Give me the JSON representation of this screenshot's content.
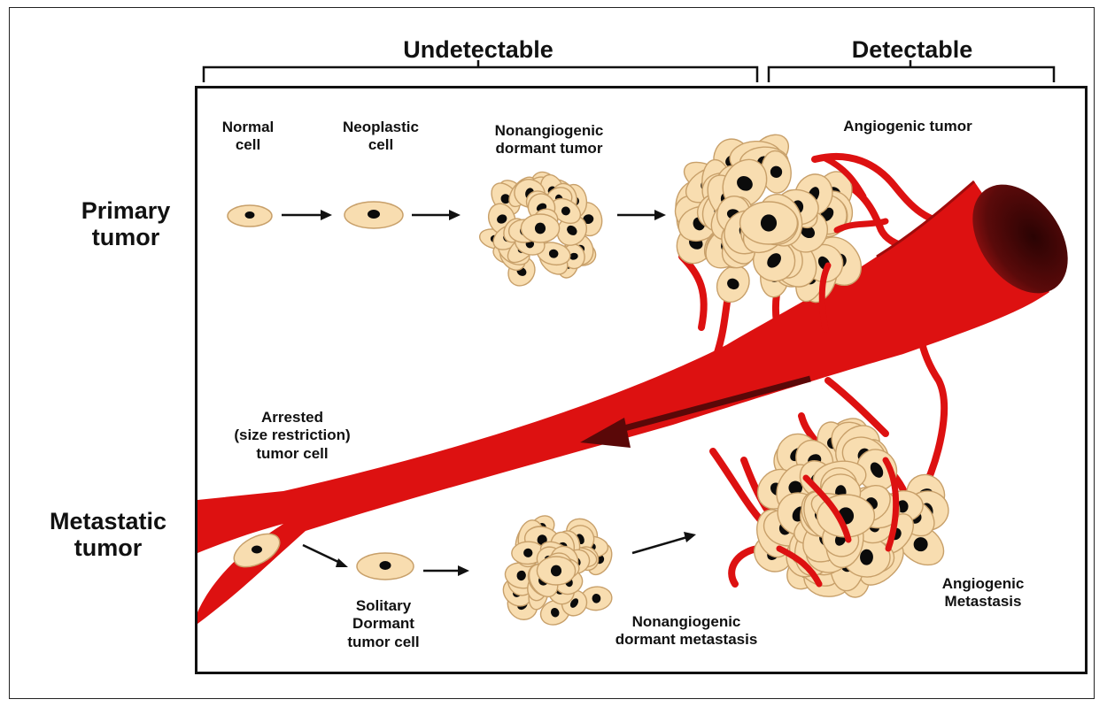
{
  "header": {
    "undetectable": "Undetectable",
    "detectable": "Detectable"
  },
  "rows": {
    "primary": "Primary\ntumor",
    "metastatic": "Metastatic\ntumor"
  },
  "stages": {
    "normal_cell": "Normal\ncell",
    "neoplastic_cell": "Neoplastic\ncell",
    "nonangiogenic_dormant_tumor": "Nonangiogenic\ndormant tumor",
    "angiogenic_tumor": "Angiogenic tumor",
    "arrested_tumor_cell": "Arrested\n(size restriction)\ntumor cell",
    "solitary_dormant_tumor_cell": "Solitary\nDormant\ntumor cell",
    "nonangiogenic_dormant_metastasis": "Nonangiogenic\ndormant metastasis",
    "angiogenic_metastasis": "Angiogenic\nMetastasis"
  },
  "colors": {
    "vessel": "#dd1111",
    "vessel_dark": "#4a0606",
    "cell_fill": "#f8ddb0",
    "cell_edge": "#c8a06a",
    "nucleus": "#0b0b0b"
  }
}
